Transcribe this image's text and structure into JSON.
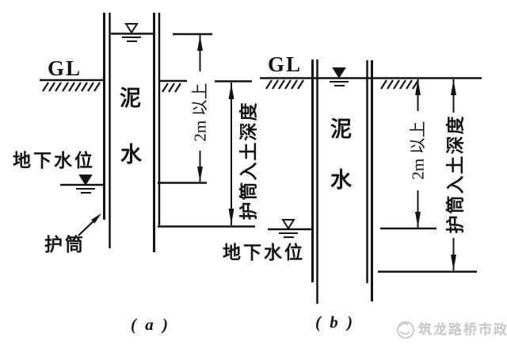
{
  "colors": {
    "ink": "#141414",
    "watermark_grey": "#c6c6c6",
    "background": "#ffffff"
  },
  "diagram_a": {
    "caption": "( a )",
    "ground_level_label": "GL",
    "slurry_chars": [
      "泥",
      "水"
    ],
    "groundwater_label": "地下水位",
    "casing_label": "护筒",
    "dim_head_min": "2m 以上",
    "dim_penetration": "护筒入土深度"
  },
  "diagram_b": {
    "caption": "( b )",
    "ground_level_label": "GL",
    "slurry_chars": [
      "泥",
      "水"
    ],
    "groundwater_label": "地下水位",
    "dim_head_min": "2m 以上",
    "dim_penetration": "护筒入土深度"
  },
  "watermark": {
    "text": "筑龙路桥市政",
    "logo_icon": "zhulong-bird-logo"
  },
  "icons": {
    "water_level": "inverted-triangle-water-level-symbol",
    "ground_hatch": "soil-hatch-marks"
  }
}
